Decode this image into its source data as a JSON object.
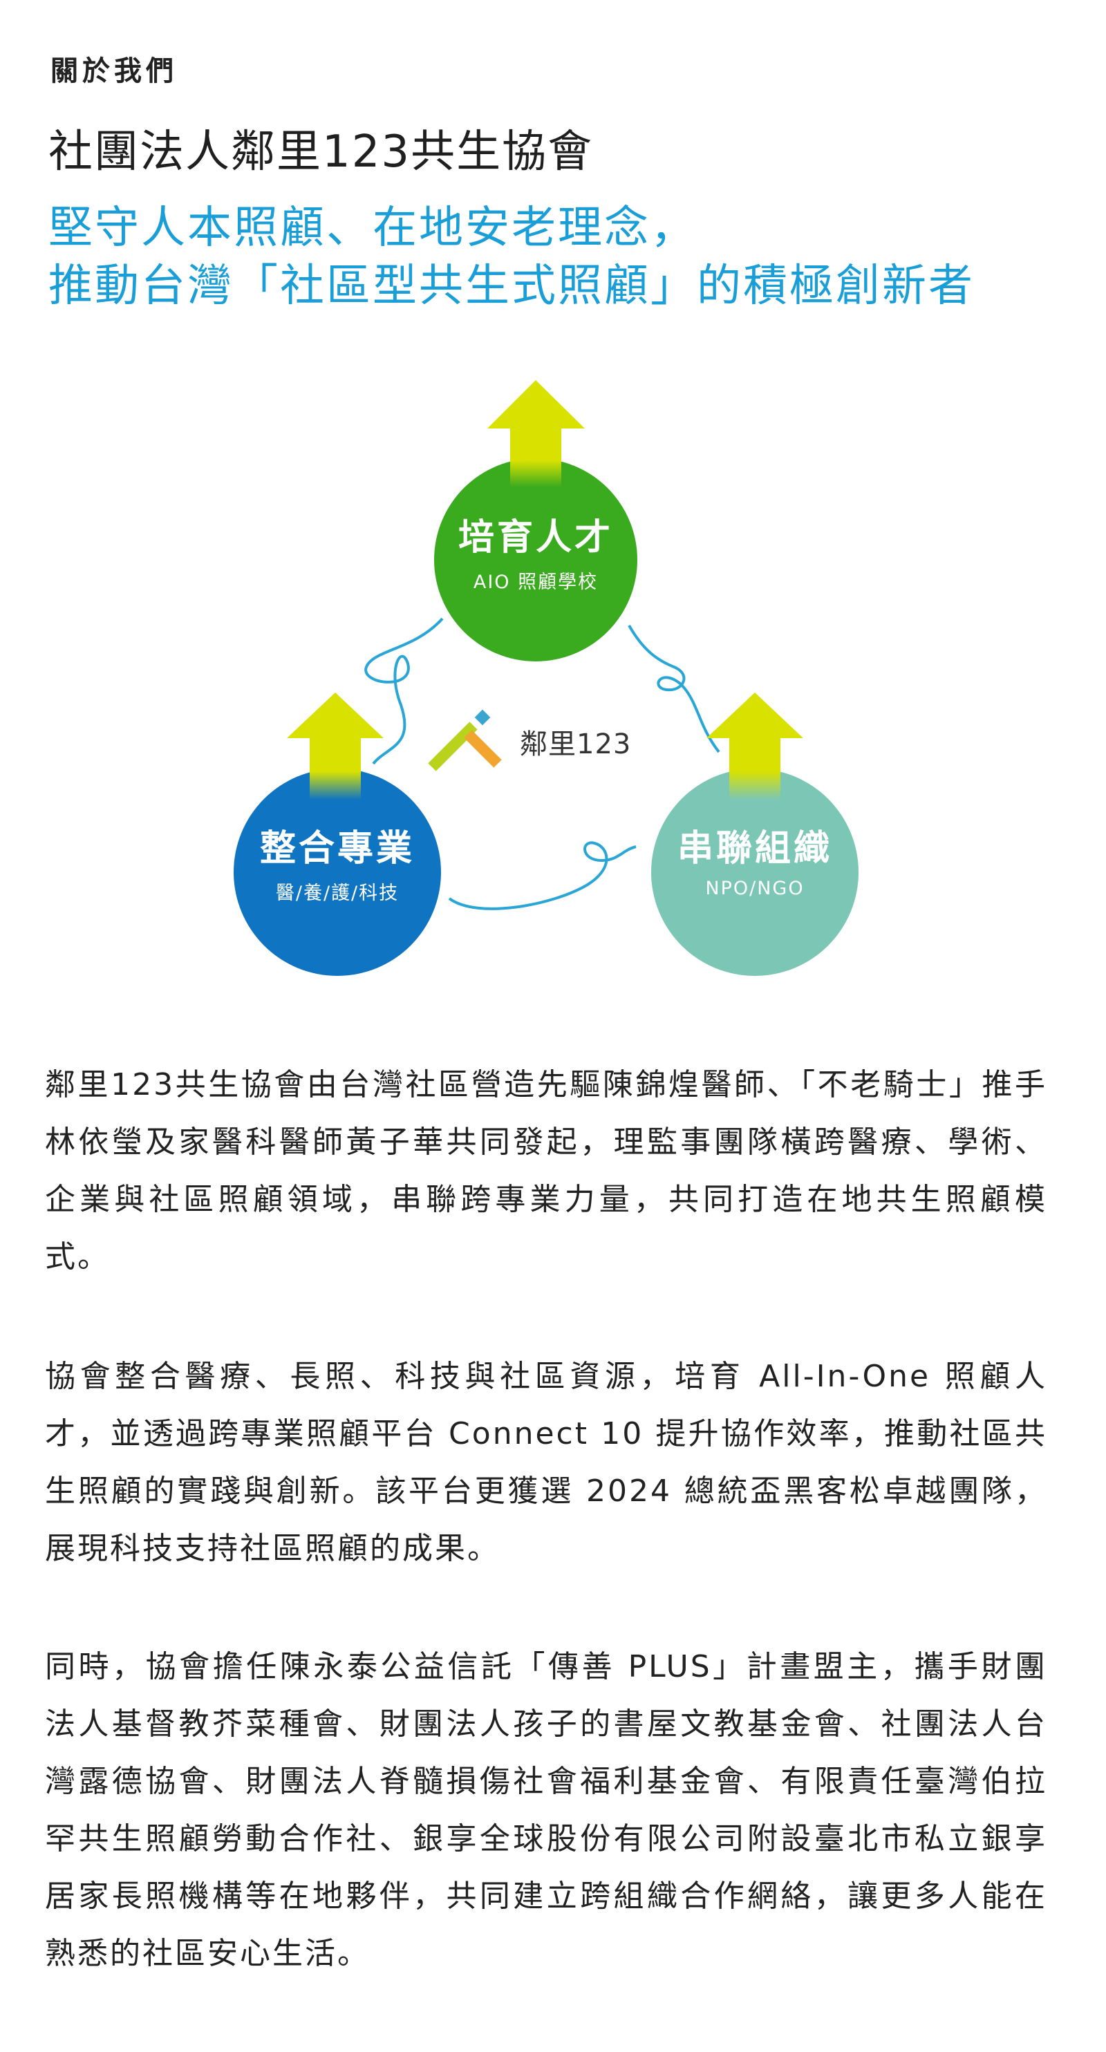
{
  "header": {
    "section_label": "關於我們",
    "org_name": "社團法人鄰里123共生協會",
    "slogan_line1": "堅守人本照顧、在地安老理念，",
    "slogan_line2": "推動台灣「社區型共生式照顧」的積極創新者"
  },
  "diagram": {
    "logo_text": "鄰里123",
    "nodes": [
      {
        "title": "培育人才",
        "subtitle": "AIO 照顧學校",
        "color": "#3aaa1f"
      },
      {
        "title": "整合專業",
        "subtitle": "醫/養/護/科技",
        "color": "#0f74c2"
      },
      {
        "title": "串聯組織",
        "subtitle": "NPO/NGO",
        "color": "#7cc6b5"
      }
    ],
    "arrow_color": "#d8e100",
    "connector_color": "#2aa6d6",
    "logo_colors": [
      "#3aa6cf",
      "#b9d21c",
      "#f1a52f"
    ]
  },
  "paragraphs": {
    "p1": "鄰里123共生協會由台灣社區營造先驅陳錦煌醫師、「不老騎士」推手林依瑩及家醫科醫師黃子華共同發起，理監事團隊橫跨醫療、學術、企業與社區照顧領域，串聯跨專業力量，共同打造在地共生照顧模式。",
    "p2": "協會整合醫療、長照、科技與社區資源，培育 All-In-One 照顧人才，並透過跨專業照顧平台 Connect 10 提升協作效率，推動社區共生照顧的實踐與創新。該平台更獲選 2024 總統盃黑客松卓越團隊，展現科技支持社區照顧的成果。",
    "p3": "同時，協會擔任陳永泰公益信託「傳善 PLUS」計畫盟主，攜手財團法人基督教芥菜種會、財團法人孩子的書屋文教基金會、社團法人台灣露德協會、財團法人脊髓損傷社會福利基金會、有限責任臺灣伯拉罕共生照顧勞動合作社、銀享全球股份有限公司附設臺北市私立銀享居家長照機構等在地夥伴，共同建立跨組織合作網絡，讓更多人能在熟悉的社區安心生活。"
  }
}
